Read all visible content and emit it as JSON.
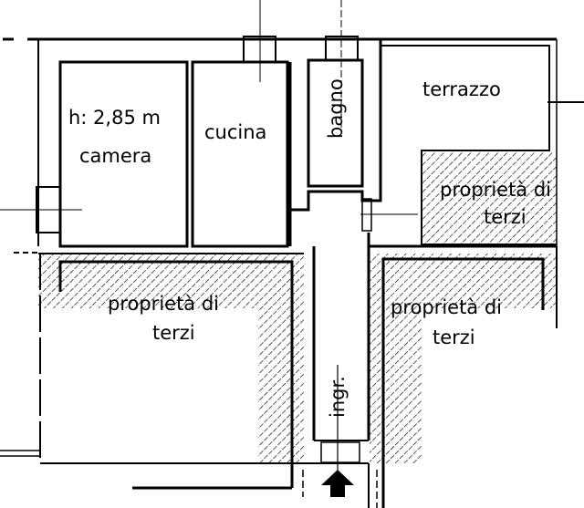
{
  "plan": {
    "ceiling_height": "h: 2,85 m",
    "rooms": {
      "camera": "camera",
      "cucina": "cucina",
      "bagno": "bagno",
      "terrazzo": "terrazzo",
      "ingresso": "ingr."
    },
    "third_party": [
      {
        "line1": "proprietà di",
        "line2": "terzi"
      },
      {
        "line1": "proprietà di",
        "line2": "terzi"
      },
      {
        "line1": "proprietà di",
        "line2": "terzi"
      }
    ]
  },
  "colors": {
    "line": "#000000",
    "background": "#ffffff"
  }
}
